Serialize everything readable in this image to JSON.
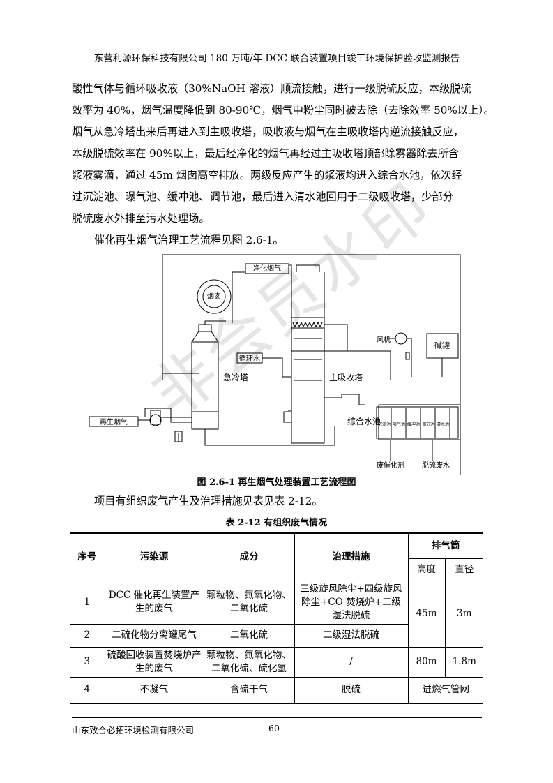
{
  "header": {
    "title": "东营利源环保科技有限公司 180 万吨/年 DCC 联合装置项目竣工环境保护验收监测报告"
  },
  "body": {
    "para1": [
      "酸性气体与循环吸收液（30%NaOH 溶液）顺流接触，进行一级脱硫反应，本级脱硫",
      "效率为 40%，烟气温度降低到 80-90℃，烟气中粉尘同时被去除（去除效率 50%以上）。",
      "烟气从急冷塔出来后再进入到主吸收塔，吸收液与烟气在主吸收塔内逆流接触反应，",
      "本级脱硫效率在 90%以上，最后经净化的烟气再经过主吸收塔顶部除雾器除去所含",
      "浆液雾滴，通过 45m 烟囱高空排放。两级反应产生的浆液均进入综合水池，依次经",
      "过沉淀池、曝气池、缓冲池、调节池，最后进入清水池回用于二级吸收塔，少部分",
      "脱硫废水外排至污水处理场。"
    ],
    "para2": "催化再生烟气治理工艺流程见图 2.6-1。",
    "para3": "项目有组织废气产生及治理措施见表见表 2-12。"
  },
  "diagram": {
    "chimney": "烟囱",
    "clean_gas": "净化烟气",
    "fan": "风机",
    "alkali_tank": "碱罐",
    "circ_water": "循环水",
    "quench_tower": "急冷塔",
    "main_absorber": "主吸收塔",
    "regen_gas": "再生烟气",
    "pool": "综合水池",
    "pool_cells": [
      "沉淀池",
      "曝气池",
      "缓冲池",
      "调节池",
      "清水池"
    ],
    "waste_catalyst": "废催化剂",
    "desulf_water": "脱硫废水",
    "caption": "图 2.6-1  再生烟气处理装置工艺流程图"
  },
  "stamp": "非会员水印",
  "table": {
    "caption": "表 2-12  有组织废气情况",
    "headers": {
      "no": "序号",
      "source": "污染源",
      "component": "成分",
      "measure": "治理措施",
      "exhaust": "排气筒",
      "height": "高度",
      "diameter": "直径"
    },
    "rows": [
      {
        "no": "1",
        "source": "DCC 催化再生装置产生的废气",
        "component": "颗粒物、氮氧化物、二氧化硫",
        "measure": "三级旋风除尘+四级旋风除尘+CO 焚烧炉+二级湿法脱硫"
      },
      {
        "no": "2",
        "source": "二硫化物分离罐尾气",
        "component": "二氧化硫",
        "measure": "二级湿法脱硫"
      },
      {
        "no": "3",
        "source": "硫酸回收装置焚烧炉产生的废气",
        "component": "颗粒物、氮氧化物、二氧化硫、硫化氢",
        "measure": "/",
        "height": "80m",
        "diameter": "1.8m"
      },
      {
        "no": "4",
        "source": "不凝气",
        "component": "含硫干气",
        "measure": "脱硫",
        "exhaust": "进燃气管网"
      }
    ],
    "merged_height": "45m",
    "merged_diameter": "3m"
  },
  "footer": {
    "company": "山东致合必拓环境检测有限公司",
    "page": "60"
  }
}
